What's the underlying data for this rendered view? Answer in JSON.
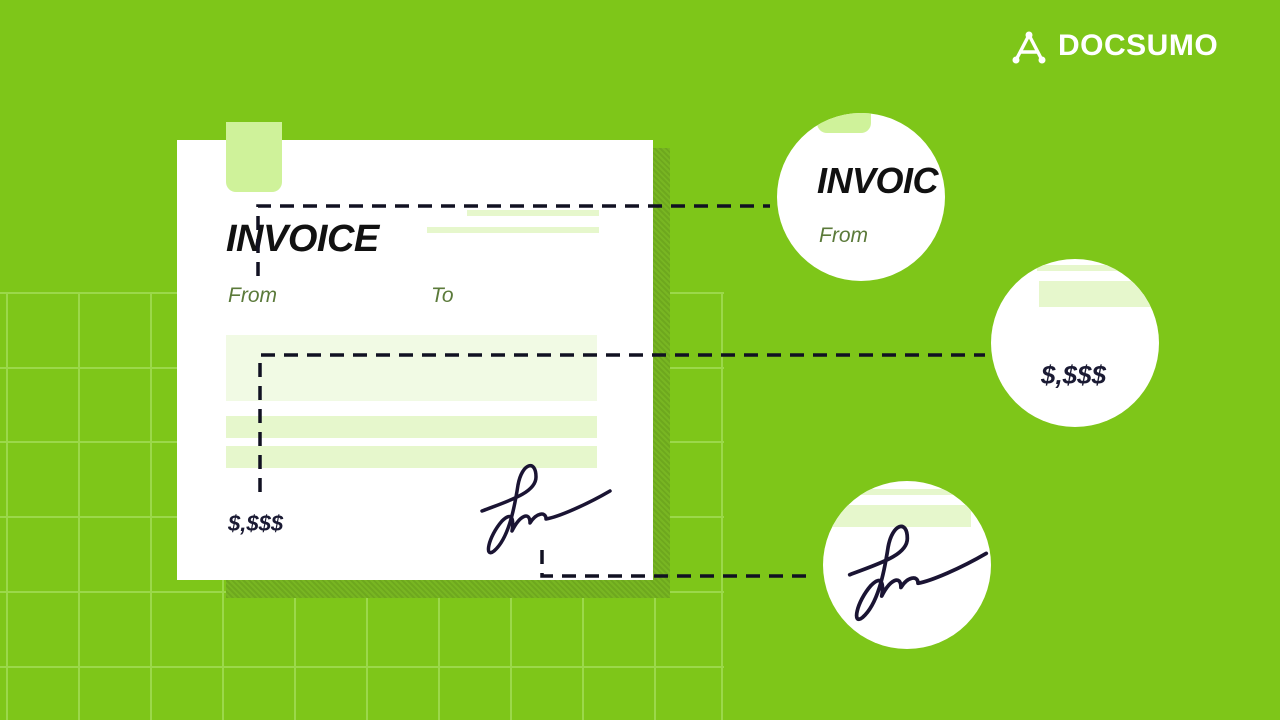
{
  "brand": {
    "name": "DOCSUMO",
    "logo_icon": "docsumo-logo-icon"
  },
  "invoice": {
    "title": "INVOICE",
    "from_label": "From",
    "to_label": "To",
    "amount": "$,$$$",
    "signature": "handwritten-signature"
  },
  "zoom": {
    "title": {
      "text": "INVOIC",
      "from_label": "From"
    },
    "amount": {
      "text": "$,$$$"
    },
    "signature": {
      "icon": "handwritten-signature"
    }
  },
  "colors": {
    "background": "#7ec619",
    "paper": "#ffffff",
    "highlight": "#e6f7cc",
    "tab": "#cff29a",
    "ink": "#111111",
    "label": "#5b7a3a",
    "dashes": "#111122"
  }
}
